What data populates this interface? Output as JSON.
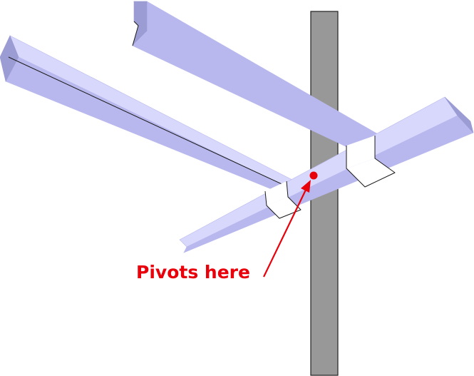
{
  "annotation": {
    "text": "Pivots here",
    "color": "#e8000b"
  },
  "colors": {
    "post_fill": "#989898",
    "post_stroke": "#202020",
    "beam_light": "#d8d8fc",
    "beam_mid": "#b8b8ee",
    "beam_dark": "#9c9cd4",
    "bracket_fill": "#ffffff",
    "outline": "#1a1a1a"
  },
  "scene": {
    "objects": [
      "vertical-post",
      "upper-rear-beam",
      "left-beam",
      "cross-beam",
      "right-bracket",
      "left-bracket",
      "pivot-point",
      "annotation-arrow"
    ]
  }
}
